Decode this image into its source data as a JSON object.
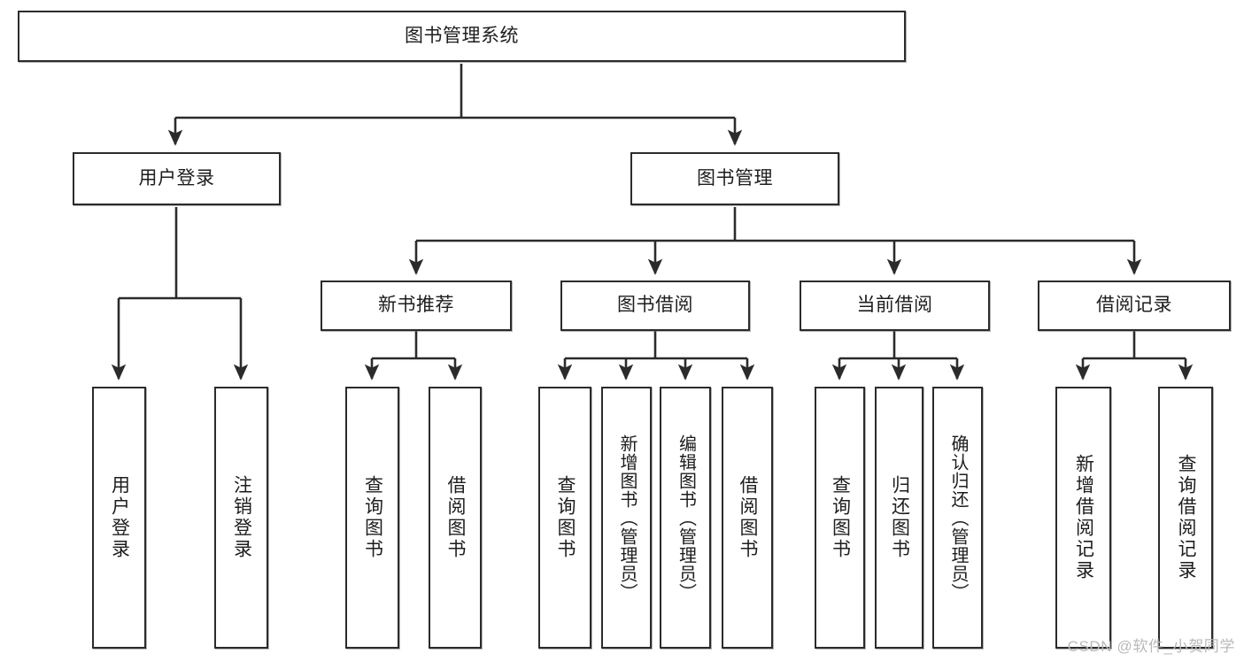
{
  "diagram": {
    "type": "hierarchy-tree",
    "title": "图书管理系统",
    "watermark": "CSDN @软件_小贺同学",
    "colors": {
      "box_border": "#2b2b2b",
      "box_fill": "#ffffff",
      "connector": "#2b2b2b",
      "text": "#1d1d1d",
      "watermark": "#b9b9b9"
    },
    "levels": [
      {
        "level": 1,
        "nodes": [
          {
            "id": "root",
            "label": "图书管理系统",
            "orientation": "horizontal"
          }
        ]
      },
      {
        "level": 2,
        "nodes": [
          {
            "id": "user-login",
            "label": "用户登录",
            "orientation": "horizontal",
            "parent": "root"
          },
          {
            "id": "book-manage",
            "label": "图书管理",
            "orientation": "horizontal",
            "parent": "root"
          }
        ]
      },
      {
        "level": 3,
        "nodes": [
          {
            "id": "new-book-rec",
            "label": "新书推荐",
            "orientation": "horizontal",
            "parent": "book-manage"
          },
          {
            "id": "book-borrow",
            "label": "图书借阅",
            "orientation": "horizontal",
            "parent": "book-manage"
          },
          {
            "id": "current-borrow",
            "label": "当前借阅",
            "orientation": "horizontal",
            "parent": "book-manage"
          },
          {
            "id": "borrow-record",
            "label": "借阅记录",
            "orientation": "horizontal",
            "parent": "book-manage"
          }
        ]
      },
      {
        "level": 4,
        "nodes": [
          {
            "id": "leaf-1",
            "label": "用户登录",
            "orientation": "vertical",
            "parent": "user-login"
          },
          {
            "id": "leaf-2",
            "label": "注销登录",
            "orientation": "vertical",
            "parent": "user-login"
          },
          {
            "id": "leaf-3",
            "label": "查询图书",
            "orientation": "vertical",
            "parent": "new-book-rec"
          },
          {
            "id": "leaf-4",
            "label": "借阅图书",
            "orientation": "vertical",
            "parent": "new-book-rec"
          },
          {
            "id": "leaf-5",
            "label": "查询图书",
            "orientation": "vertical",
            "parent": "book-borrow"
          },
          {
            "id": "leaf-6",
            "label": "新增图书（管理员）",
            "orientation": "vertical",
            "parent": "book-borrow"
          },
          {
            "id": "leaf-7",
            "label": "编辑图书（管理员）",
            "orientation": "vertical",
            "parent": "book-borrow"
          },
          {
            "id": "leaf-8",
            "label": "借阅图书",
            "orientation": "vertical",
            "parent": "book-borrow"
          },
          {
            "id": "leaf-9",
            "label": "查询图书",
            "orientation": "vertical",
            "parent": "current-borrow"
          },
          {
            "id": "leaf-10",
            "label": "归还图书",
            "orientation": "vertical",
            "parent": "current-borrow"
          },
          {
            "id": "leaf-11",
            "label": "确认归还（管理员）",
            "orientation": "vertical",
            "parent": "current-borrow"
          },
          {
            "id": "leaf-12",
            "label": "新增借阅记录",
            "orientation": "vertical",
            "parent": "borrow-record"
          },
          {
            "id": "leaf-13",
            "label": "查询借阅记录",
            "orientation": "vertical",
            "parent": "borrow-record"
          }
        ]
      }
    ]
  }
}
